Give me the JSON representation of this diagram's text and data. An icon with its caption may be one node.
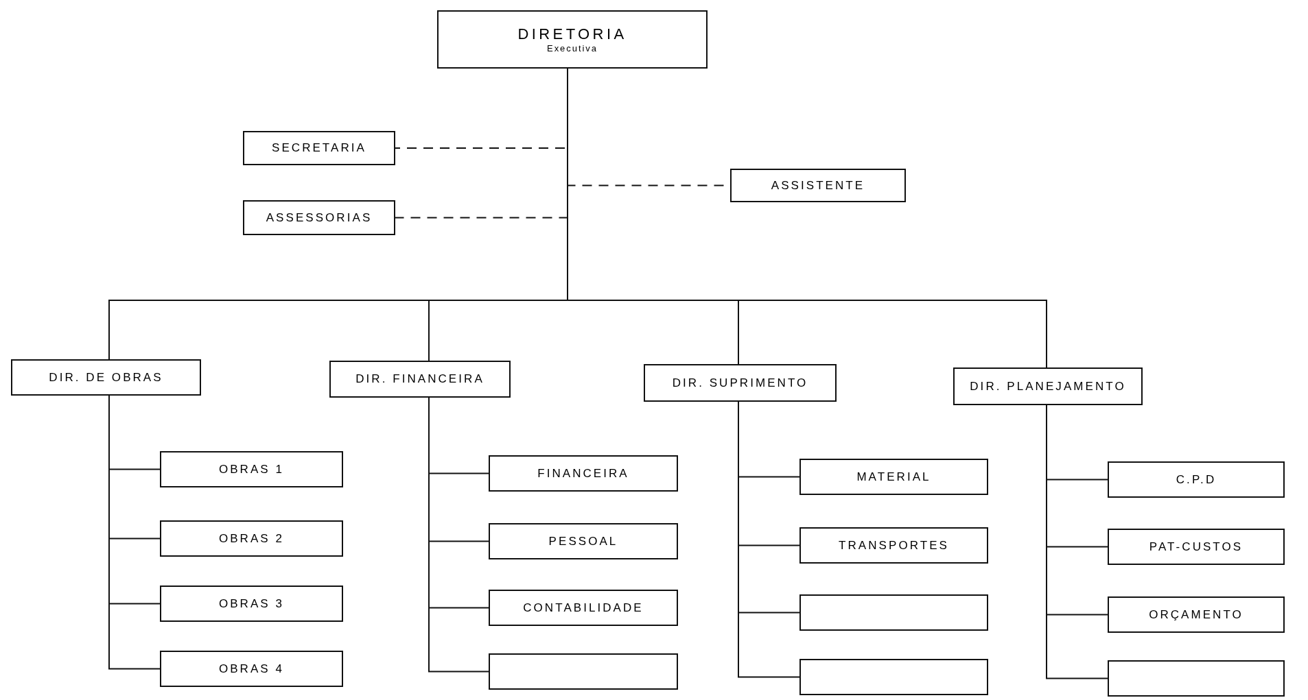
{
  "diagram": {
    "nodes": [
      {
        "text": [
          "DIRETORIA",
          "Executiva"
        ]
      },
      {
        "text": [
          "SECRETARIA"
        ]
      },
      {
        "text": [
          "ASSESSORIAS"
        ]
      },
      {
        "text": [
          "ASSISTENTE"
        ]
      },
      {
        "text": [
          "DIR. DE OBRAS"
        ]
      },
      {
        "text": [
          "DIR. FINANCEIRA"
        ]
      },
      {
        "text": [
          "DIR. SUPRIMENTO"
        ]
      },
      {
        "text": [
          "DIR. PLANEJAMENTO"
        ]
      },
      {
        "text": [
          "OBRAS 1"
        ]
      },
      {
        "text": [
          "OBRAS 2"
        ]
      },
      {
        "text": [
          "OBRAS 3"
        ]
      },
      {
        "text": [
          "OBRAS 4"
        ]
      },
      {
        "text": [
          "FINANCEIRA"
        ]
      },
      {
        "text": [
          "PESSOAL"
        ]
      },
      {
        "text": [
          "CONTABILIDADE"
        ]
      },
      {
        "text": [],
        "shape": "box"
      },
      {
        "text": [
          "MATERIAL"
        ]
      },
      {
        "text": [
          "TRANSPORTES"
        ]
      },
      {
        "text": [],
        "shape": "box"
      },
      {
        "text": [],
        "shape": "box"
      },
      {
        "text": [
          "C.P.D"
        ]
      },
      {
        "text": [
          "PAT-CUSTOS"
        ]
      },
      {
        "text": [
          "ORÇAMENTO"
        ]
      },
      {
        "text": [],
        "shape": "box"
      }
    ],
    "edges": [
      {
        "from": 0,
        "to": 1,
        "arrow": "none",
        "style": "dashed"
      },
      {
        "from": 0,
        "to": 2,
        "arrow": "none",
        "style": "dashed"
      },
      {
        "from": 0,
        "to": 3,
        "arrow": "none",
        "style": "dashed"
      },
      {
        "from": 0,
        "to": 4,
        "arrow": "none"
      },
      {
        "from": 0,
        "to": 5,
        "arrow": "none"
      },
      {
        "from": 0,
        "to": 6,
        "arrow": "none"
      },
      {
        "from": 0,
        "to": 7,
        "arrow": "none"
      },
      {
        "from": 4,
        "to": 8,
        "arrow": "none"
      },
      {
        "from": 4,
        "to": 9,
        "arrow": "none"
      },
      {
        "from": 4,
        "to": 10,
        "arrow": "none"
      },
      {
        "from": 4,
        "to": 11,
        "arrow": "none"
      },
      {
        "from": 5,
        "to": 12,
        "arrow": "none"
      },
      {
        "from": 5,
        "to": 13,
        "arrow": "none"
      },
      {
        "from": 5,
        "to": 14,
        "arrow": "none"
      },
      {
        "from": 5,
        "to": 15,
        "arrow": "none"
      },
      {
        "from": 6,
        "to": 16,
        "arrow": "none"
      },
      {
        "from": 6,
        "to": 17,
        "arrow": "none"
      },
      {
        "from": 6,
        "to": 18,
        "arrow": "none"
      },
      {
        "from": 6,
        "to": 19,
        "arrow": "none"
      },
      {
        "from": 7,
        "to": 20,
        "arrow": "none"
      },
      {
        "from": 7,
        "to": 21,
        "arrow": "none"
      },
      {
        "from": 7,
        "to": 22,
        "arrow": "none"
      },
      {
        "from": 7,
        "to": 23,
        "arrow": "none"
      }
    ]
  }
}
